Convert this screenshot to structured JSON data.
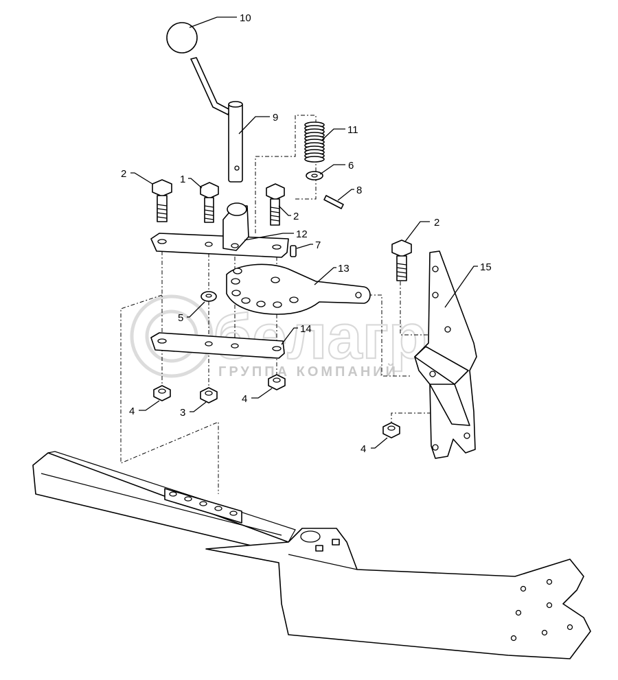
{
  "watermark": {
    "brand": "белагро",
    "tagline": "ГРУППА КОМПАНИЙ"
  },
  "callouts": [
    {
      "id": "c10",
      "label": "10"
    },
    {
      "id": "c9",
      "label": "9"
    },
    {
      "id": "c11",
      "label": "11"
    },
    {
      "id": "c6",
      "label": "6"
    },
    {
      "id": "c8",
      "label": "8"
    },
    {
      "id": "c2a",
      "label": "2"
    },
    {
      "id": "c1",
      "label": "1"
    },
    {
      "id": "c2b",
      "label": "2"
    },
    {
      "id": "c12",
      "label": "12"
    },
    {
      "id": "c7",
      "label": "7"
    },
    {
      "id": "c13",
      "label": "13"
    },
    {
      "id": "c5",
      "label": "5"
    },
    {
      "id": "c14",
      "label": "14"
    },
    {
      "id": "c2c",
      "label": "2"
    },
    {
      "id": "c15",
      "label": "15"
    },
    {
      "id": "c4a",
      "label": "4"
    },
    {
      "id": "c3",
      "label": "3"
    },
    {
      "id": "c4b",
      "label": "4"
    },
    {
      "id": "c4c",
      "label": "4"
    }
  ]
}
